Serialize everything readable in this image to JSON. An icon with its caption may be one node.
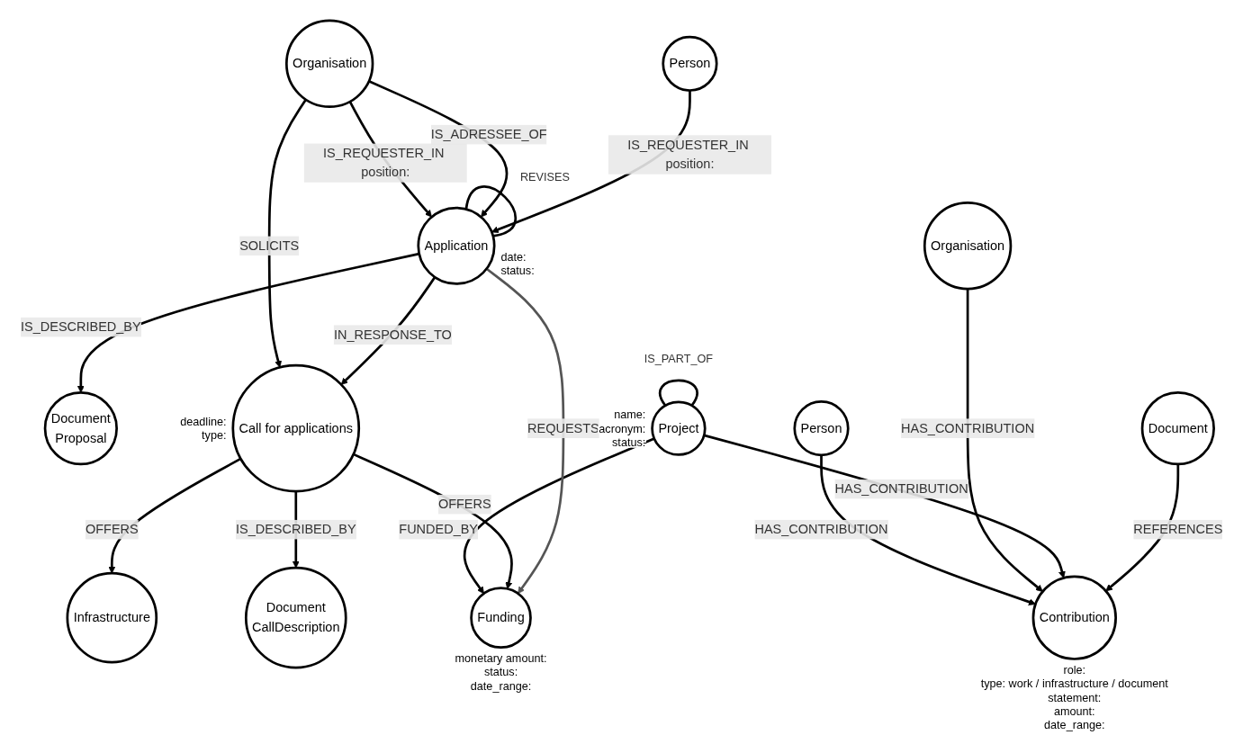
{
  "diagram": {
    "nodes": [
      {
        "text": [
          "Document",
          "CallDescription"
        ]
      },
      {
        "text": [
          "Organisation"
        ]
      },
      {
        "text": [
          "Infrastructure"
        ]
      },
      {
        "text": [
          "Document",
          "Proposal"
        ]
      },
      {
        "text": [
          "Organisation"
        ]
      },
      {
        "text": [
          "Project"
        ],
        "beside": [
          "name:",
          "acronym:",
          "status:"
        ]
      },
      {
        "text": [
          "Person"
        ]
      },
      {
        "text": [
          "Call for applications"
        ],
        "beside": [
          "deadline:",
          "type:"
        ]
      },
      {
        "text": [
          "Application"
        ],
        "beside": [
          "date:",
          "status:"
        ]
      },
      {
        "text": [
          "Funding"
        ],
        "beside": [
          "monetary amount:",
          "status:",
          "date_range:"
        ]
      },
      {
        "text": [
          "Person"
        ]
      },
      {
        "text": [
          "Contribution"
        ],
        "beside": [
          "role:",
          "type: work / infrastructure / document",
          "statement:",
          "amount:",
          "date_range:"
        ]
      },
      {
        "text": [
          "Document"
        ]
      }
    ],
    "edges": [
      {
        "from": 6,
        "to": 11,
        "arrow": "to",
        "label": "HAS_CONTRIBUTION"
      },
      {
        "from": 4,
        "to": 11,
        "arrow": "to",
        "label": "HAS_CONTRIBUTION"
      },
      {
        "from": 5,
        "to": 11,
        "arrow": "to",
        "label": "HAS_CONTRIBUTION"
      },
      {
        "from": 5,
        "to": 5,
        "arrow": "none",
        "label": "IS_PART_OF"
      },
      {
        "from": 5,
        "to": 9,
        "arrow": "to",
        "label": "FUNDED_BY"
      },
      {
        "from": 7,
        "to": 2,
        "arrow": "to",
        "label": "OFFERS"
      },
      {
        "from": 7,
        "to": 0,
        "arrow": "to",
        "label": "IS_DESCRIBED_BY"
      },
      {
        "from": 1,
        "to": 7,
        "arrow": "to",
        "label": "SOLICITS"
      },
      {
        "from": 1,
        "to": 8,
        "arrow": "to",
        "label": "IS_REQUESTER_IN position:"
      },
      {
        "from": 1,
        "to": 8,
        "arrow": "to",
        "label": "IS_ADRESSEE_OF"
      },
      {
        "from": 8,
        "to": 3,
        "arrow": "to",
        "label": "IS_DESCRIBED_BY"
      },
      {
        "from": 8,
        "to": 7,
        "arrow": "to",
        "label": "IN_RESPONSE_TO"
      },
      {
        "from": 7,
        "to": 9,
        "arrow": "to",
        "label": "OFFERS"
      },
      {
        "from": 8,
        "to": 9,
        "arrow": "to",
        "label": "REQUESTS",
        "color": "#555555"
      },
      {
        "from": 10,
        "to": 8,
        "arrow": "to",
        "label": "IS_REQUESTER_IN position:"
      },
      {
        "from": 8,
        "to": 8,
        "arrow": "none",
        "label": "REVISES"
      },
      {
        "from": 12,
        "to": 11,
        "arrow": "to",
        "label": "REFERENCES"
      }
    ]
  }
}
